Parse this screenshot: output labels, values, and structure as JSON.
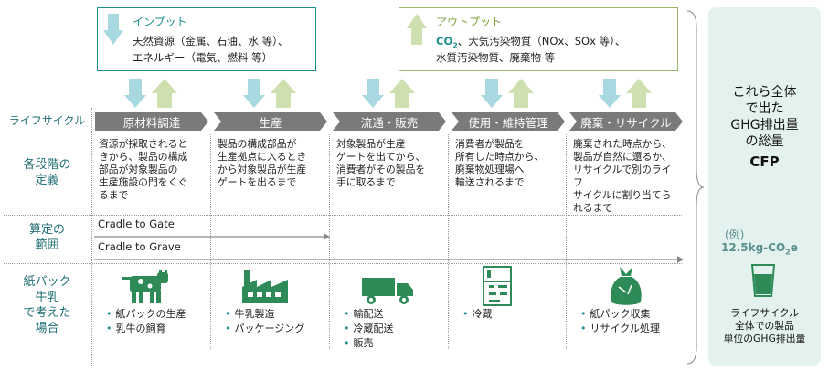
{
  "input_box": {
    "title": "インプット",
    "line1": "天然資源（金属、石油、水 等）、",
    "line2": "エネルギー（電気、燃料 等）"
  },
  "output_box": {
    "title": "アウトプット",
    "co2": "CO",
    "co2_sub": "2",
    "line1_rest": "、大気汚染物質（NOx、SOx 等）、",
    "line2": "水質汚染物質、廃棄物 等"
  },
  "row_labels": {
    "lifecycle": "ライフサイクル",
    "definition_1": "各段階の",
    "definition_2": "定義",
    "scope_1": "算定の",
    "scope_2": "範囲",
    "example_1": "紙パック",
    "example_2": "牛乳",
    "example_3": "で考えた",
    "example_4": "場合"
  },
  "stages": [
    "原材料調達",
    "生産",
    "流通・販売",
    "使用・維持管理",
    "廃棄・リサイクル"
  ],
  "definitions": [
    [
      "資源が採取されると",
      "きから、製品の構成",
      "部品が対象製品の",
      "生産施設の門をくぐ",
      "るまで"
    ],
    [
      "製品の構成部品が",
      "生産拠点に入るとき",
      "から対象製品が生産",
      "ゲートを出るまで"
    ],
    [
      "対象製品が生産",
      "ゲートを出てから、",
      "消費者がその製品を",
      "手に取るまで"
    ],
    [
      "消費者が製品を",
      "所有した時点から、",
      "廃棄物処理場へ",
      "輸送されるまで"
    ],
    [
      "廃棄された時点から、",
      "製品が自然に還るか、",
      "リサイクルで別のライフ",
      "サイクルに割り当てら",
      "れるまで"
    ]
  ],
  "scopes": {
    "cradle_to_gate": "Cradle to Gate",
    "cradle_to_grave": "Cradle to Grave"
  },
  "examples": [
    {
      "icon": "cow-icon",
      "items": [
        "紙パックの生産",
        "乳牛の飼育"
      ]
    },
    {
      "icon": "factory-icon",
      "items": [
        "牛乳製造",
        "パッケージング"
      ]
    },
    {
      "icon": "truck-icon",
      "items": [
        "輸配送",
        "冷蔵配送",
        "販売"
      ]
    },
    {
      "icon": "refrigerator-icon",
      "items": [
        "冷蔵"
      ]
    },
    {
      "icon": "garbage-bag-icon",
      "items": [
        "紙パック収集",
        "リサイクル処理"
      ]
    }
  ],
  "right_panel": {
    "line1": "これら全体",
    "line2": "で出た",
    "line3": "GHG排出量",
    "line4": "の総量",
    "cfp": "CFP",
    "example_label": "(例)",
    "example_value_prefix": "12.5kg-CO",
    "example_value_sub": "2",
    "example_value_suffix": "e",
    "caption1": "ライフサイクル",
    "caption2": "全体での製品",
    "caption3": "単位のGHG排出量"
  },
  "colors": {
    "teal": "#1f8f8f",
    "input_arrow": "#a8d8e0",
    "output_arrow": "#cfe0b0",
    "stage_bar": "#7a7a7a",
    "icon_green": "#2e8b57",
    "panel_bg": "#e3f2ef"
  }
}
